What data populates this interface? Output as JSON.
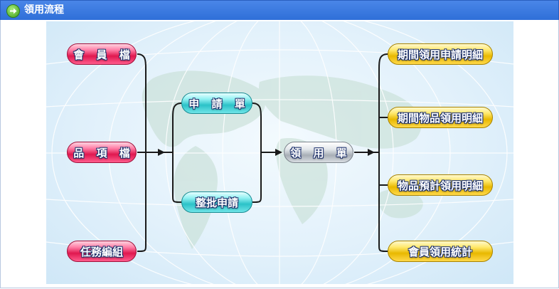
{
  "title": "領用流程",
  "icons": {
    "title": "arrow-right-circle-icon"
  },
  "colors": {
    "titlebar": "#3a7be0",
    "line": "#1a1a1a"
  },
  "sources": [
    "會 員 檔",
    "品 項 檔",
    "任務編組"
  ],
  "requests": [
    "申 請 單",
    "整批申請"
  ],
  "center": "領 用 單",
  "reports": [
    "期間領用申請明細",
    "期間物品領用明細",
    "物品預計領用明細",
    "會員領用統計"
  ]
}
